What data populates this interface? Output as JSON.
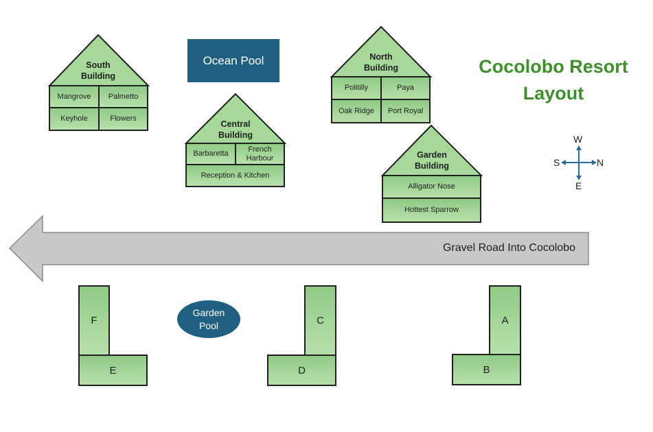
{
  "title": {
    "line1": "Cocolobo Resort",
    "line2": "Layout"
  },
  "ocean_pool": "Ocean Pool",
  "garden_pool": {
    "line1": "Garden",
    "line2": "Pool"
  },
  "road": "Gravel Road Into Cocolobo",
  "compass": {
    "north": "N",
    "south": "S",
    "east": "E",
    "west": "W"
  },
  "south_building": {
    "name_line1": "South",
    "name_line2": "Building",
    "rooms": [
      "Mangrove",
      "Palmetto",
      "Keyhole",
      "Flowers"
    ]
  },
  "central_building": {
    "name_line1": "Central",
    "name_line2": "Building",
    "rooms": [
      "Barbaretta",
      "French Harbour",
      "Reception & Kitchen"
    ]
  },
  "north_building": {
    "name_line1": "North",
    "name_line2": "Building",
    "rooms": [
      "Politilly",
      "Paya",
      "Oak Ridge",
      "Port Royal"
    ]
  },
  "garden_building": {
    "name_line1": "Garden",
    "name_line2": "Building",
    "rooms": [
      "Alligator Nose",
      "Hottest Sparrow"
    ]
  },
  "lots": {
    "a": "A",
    "b": "B",
    "c": "C",
    "d": "D",
    "e": "E",
    "f": "F"
  },
  "colors": {
    "title_green": "#3e8f2c",
    "pool_blue": "#1f5f80",
    "room_green": "#a6d89a",
    "road_gray": "#c8c8c8"
  }
}
